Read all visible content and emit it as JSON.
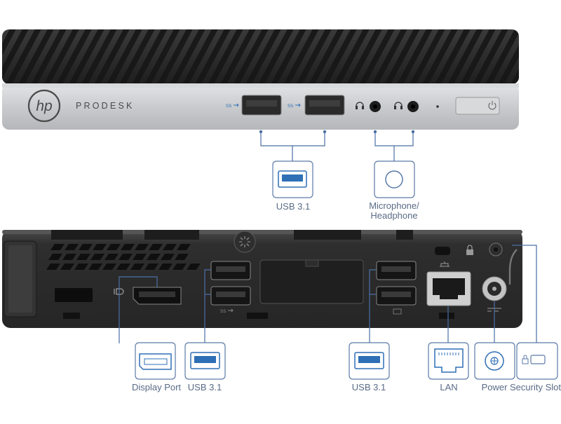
{
  "front": {
    "brand_logo": "hp",
    "model_name": "PRODESK",
    "port_marks": {
      "usb_a": "SS",
      "usb_b": "SS"
    }
  },
  "callouts_front": {
    "usb": "USB 3.1",
    "audio_line1": "Microphone/",
    "audio_line2": "Headphone"
  },
  "callouts_rear": {
    "displayport": "Display Port",
    "usb_left": "USB 3.1",
    "usb_right": "USB 3.1",
    "lan": "LAN",
    "power": "Power",
    "security": "Security Slot"
  },
  "colors": {
    "accent": "#2f6fb5",
    "callout_line": "#4a6fa5",
    "label_text": "#5a6c86",
    "chassis_dark": "#2b2b2b",
    "chassis_silver": "#cfd1d3"
  },
  "icons": [
    "hp-logo",
    "headphone-icon",
    "microphone-headset-icon",
    "power-icon",
    "displayport-icon",
    "network-icon",
    "lock-icon",
    "usb-icon"
  ]
}
